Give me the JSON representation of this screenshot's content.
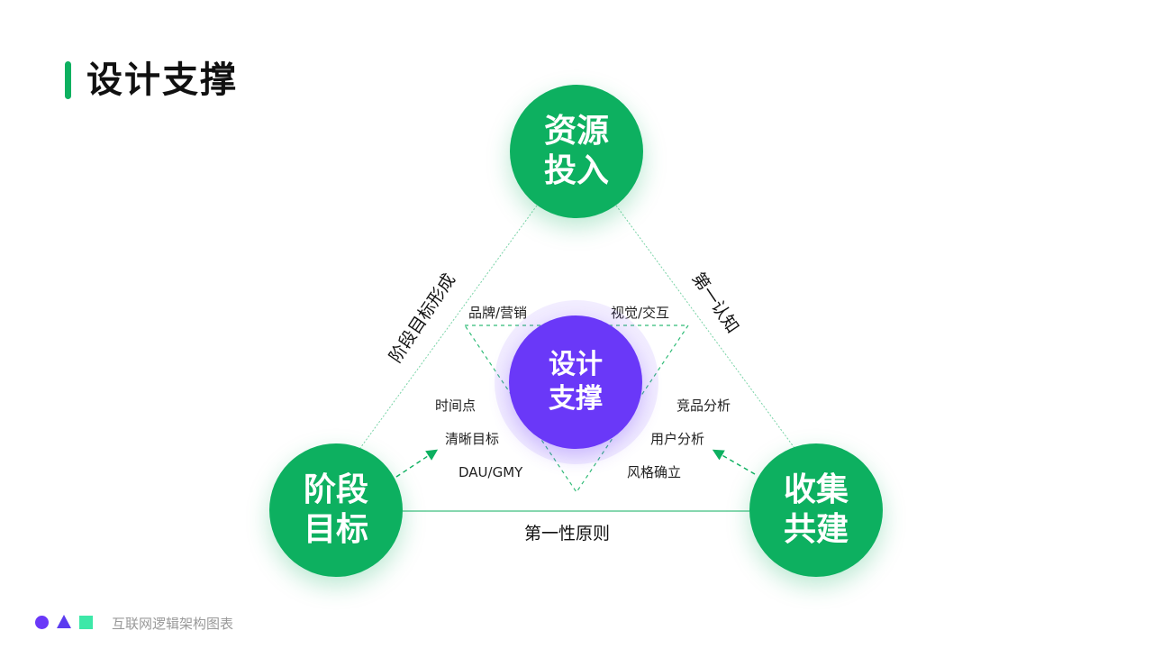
{
  "page_title": "设计支撑",
  "nodes": {
    "top": "资源投入",
    "left": "阶段目标",
    "right": "收集共建",
    "center": "设计支撑"
  },
  "edges": {
    "left": "阶段目标形成",
    "right": "第一认知",
    "bottom": "第一性原则"
  },
  "tags": {
    "top_left": "品牌/营销",
    "top_right": "视觉/交互",
    "left": [
      "时间点",
      "清晰目标",
      "DAU/GMY"
    ],
    "right": [
      "竞品分析",
      "用户分析",
      "风格确立"
    ]
  },
  "footer": {
    "text": "互联网逻辑架构图表"
  },
  "colors": {
    "green": "#0db060",
    "purple": "#6a38f8",
    "footer_circle": "#6a38f8",
    "footer_triangle": "#5b3cf0",
    "footer_square": "#3de8a8"
  },
  "icons": {
    "footer": [
      "circle-icon",
      "triangle-icon",
      "square-icon"
    ]
  }
}
